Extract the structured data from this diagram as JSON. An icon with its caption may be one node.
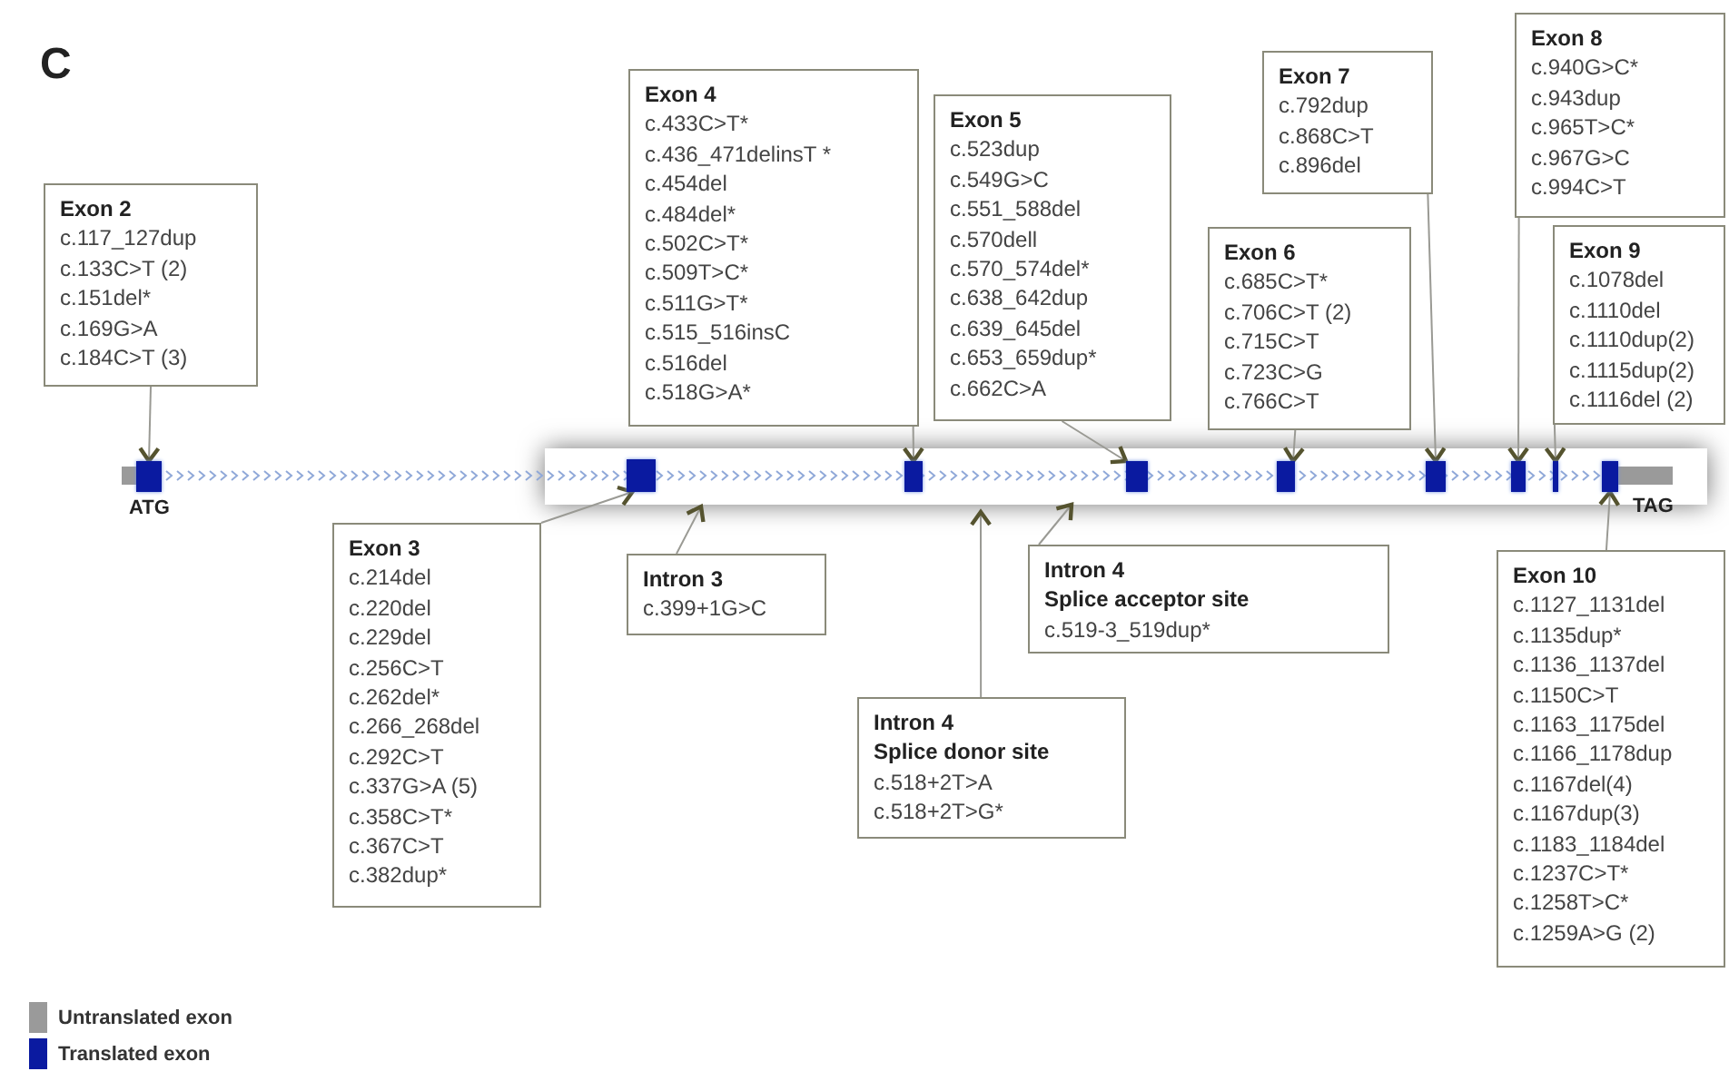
{
  "diagram": {
    "nodes": [
      {
        "text": [
          "Exon 2",
          "c.117_127dup",
          "c.133C>T (2)",
          "c.151del*",
          "c.169G>A",
          "c.184C>T (3)"
        ]
      },
      {
        "text": [
          "Exon 4",
          "c.433C>T*",
          "c.436_471delinsT *",
          "c.454del",
          "c.484del*",
          "c.502C>T*",
          "c.509T>C*",
          "c.511G>T*",
          "c.515_516insC",
          "c.516del",
          "c.518G>A*"
        ]
      },
      {
        "text": [
          "Exon 5",
          "c.523dup",
          "c.549G>C",
          "c.551_588del",
          "c.570dell",
          "c.570_574del*",
          "c.638_642dup",
          "c.639_645del",
          "c.653_659dup*",
          "c.662C>A"
        ]
      },
      {
        "text": [
          "Exon 6",
          "c.685C>T*",
          "c.706C>T (2)",
          "c.715C>T",
          "c.723C>G",
          "c.766C>T"
        ]
      },
      {
        "text": [
          "Exon 7",
          "c.792dup",
          "c.868C>T",
          "c.896del"
        ]
      },
      {
        "text": [
          "Exon 8",
          "c.940G>C*",
          "c.943dup",
          "c.965T>C*",
          "c.967G>C",
          "c.994C>T"
        ]
      },
      {
        "text": [
          "Exon 9",
          "c.1078del",
          "c.1110del",
          "c.1110dup(2)",
          "c.1115dup(2)",
          "c.1116del (2)"
        ]
      },
      {
        "text": [],
        "shape": "box",
        "beside": [
          "ATG"
        ]
      },
      {
        "text": [],
        "shape": "box"
      },
      {
        "text": [],
        "shape": "box"
      },
      {
        "text": [],
        "shape": "box"
      },
      {
        "text": [],
        "shape": "box"
      },
      {
        "text": [],
        "shape": "box"
      },
      {
        "text": [],
        "shape": "box"
      },
      {
        "text": [],
        "shape": "box"
      },
      {
        "text": [],
        "shape": "box",
        "beside": [
          "TAG"
        ]
      },
      {
        "text": [
          "Exon 3",
          "c.214del",
          "c.220del",
          "c.229del",
          "c.256C>T",
          "c.262del*",
          "c.266_268del",
          "c.292C>T",
          "c.337G>A (5)",
          "c.358C>T*",
          "c.367C>T",
          "c.382dup*"
        ]
      },
      {
        "text": [
          "Intron 3",
          "c.399+1G>C"
        ]
      },
      {
        "text": [
          "Intron 4",
          "Splice donor site",
          "c.518+2T>A",
          "c.518+2T>G*"
        ]
      },
      {
        "text": [
          "Intron 4",
          "Splice acceptor site",
          "c.519-3_519dup*"
        ]
      },
      {
        "text": [
          "Exon 10",
          "c.1127_1131del",
          "c.1135dup*",
          "c.1136_1137del",
          "c.1150C>T",
          "c.1163_1175del",
          "c.1166_1178dup",
          "c.1167del(4)",
          "c.1167dup(3)",
          "c.1183_1184del",
          "c.1237C>T*",
          "c.1258T>C*",
          "c.1259A>G (2)"
        ]
      }
    ],
    "edges": [
      {
        "from": 0,
        "to": 7,
        "arrow": "to"
      },
      {
        "from": 16,
        "to": 8,
        "arrow": "to"
      },
      {
        "from": 1,
        "to": 9,
        "arrow": "to"
      },
      {
        "from": 2,
        "to": 10,
        "arrow": "to"
      },
      {
        "from": 3,
        "to": 11,
        "arrow": "to"
      },
      {
        "from": 4,
        "to": 12,
        "arrow": "to"
      },
      {
        "from": 5,
        "to": 13,
        "arrow": "to"
      },
      {
        "from": 6,
        "to": 14,
        "arrow": "to"
      },
      {
        "from": 17,
        "to": null,
        "arrow": "to"
      },
      {
        "from": 18,
        "to": null,
        "arrow": "to"
      },
      {
        "from": 19,
        "to": null,
        "arrow": "to"
      },
      {
        "from": 20,
        "to": 15,
        "arrow": "to"
      }
    ],
    "labels": [
      "C"
    ],
    "legend": [
      {
        "text": "Untranslated exon",
        "color": "#9a9a9a"
      },
      {
        "text": "Translated exon",
        "color": "#0a1aa0"
      }
    ]
  }
}
